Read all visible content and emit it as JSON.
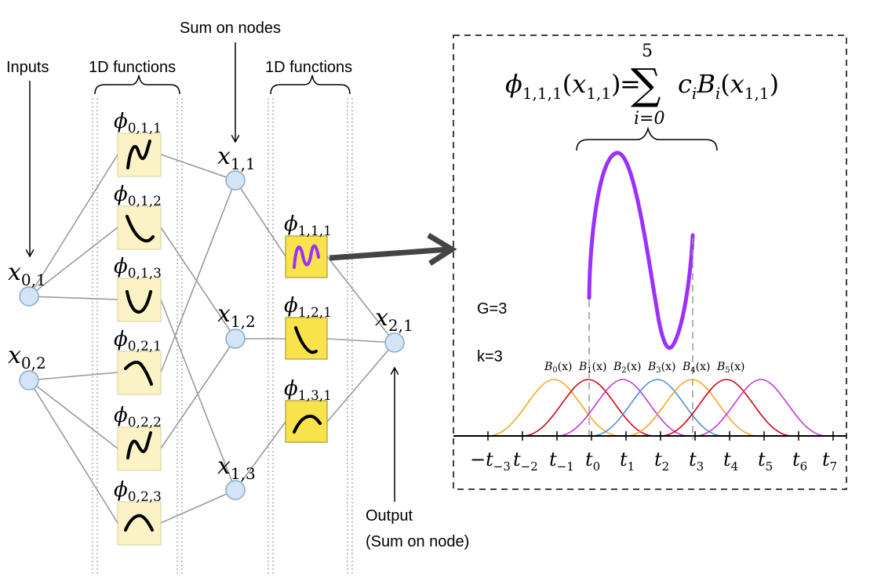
{
  "labels": {
    "inputs": "Inputs",
    "sum_on_nodes": "Sum on nodes",
    "functions_left": "1D functions",
    "functions_mid": "1D functions",
    "output_line1": "Output",
    "output_line2": "(Sum on node)",
    "grid": "G=3",
    "order": "k=3"
  },
  "nodes": {
    "in": [
      {
        "base": "x",
        "sub": "0,1"
      },
      {
        "base": "x",
        "sub": "0,2"
      }
    ],
    "hidden": [
      {
        "base": "x",
        "sub": "1,1"
      },
      {
        "base": "x",
        "sub": "1,2"
      },
      {
        "base": "x",
        "sub": "1,3"
      }
    ],
    "out": {
      "base": "x",
      "sub": "2,1"
    }
  },
  "functions_layer0": [
    {
      "base": "ϕ",
      "sub": "0,1,1",
      "icon": "sine-curve-icon"
    },
    {
      "base": "ϕ",
      "sub": "0,1,2",
      "icon": "decay-curve-icon"
    },
    {
      "base": "ϕ",
      "sub": "0,1,3",
      "icon": "parabola-icon"
    },
    {
      "base": "ϕ",
      "sub": "0,2,1",
      "icon": "hump-curve-icon"
    },
    {
      "base": "ϕ",
      "sub": "0,2,2",
      "icon": "sine-curve-icon"
    },
    {
      "base": "ϕ",
      "sub": "0,2,3",
      "icon": "arch-curve-icon"
    }
  ],
  "functions_layer1": [
    {
      "base": "ϕ",
      "sub": "1,1,1",
      "icon": "oscillation-icon"
    },
    {
      "base": "ϕ",
      "sub": "1,2,1",
      "icon": "decay-curve-icon"
    },
    {
      "base": "ϕ",
      "sub": "1,3,1",
      "icon": "arch-curve-icon"
    }
  ],
  "equation": {
    "lhs_base": "ϕ",
    "lhs_sub": "1,1,1",
    "lhs_arg_base": "x",
    "lhs_arg_sub": "1,1",
    "equals": "=",
    "sum_symbol": "∑",
    "upper": "5",
    "lower": "i=0",
    "coef": "c",
    "coef_sub": "i",
    "basis": "B",
    "basis_sub": "i",
    "rhs_arg_base": "x",
    "rhs_arg_sub": "1,1"
  },
  "basis_labels": [
    {
      "base": "B",
      "sub": "0",
      "arg": "(x)"
    },
    {
      "base": "B",
      "sub": "1",
      "arg": "(x)"
    },
    {
      "base": "B",
      "sub": "2",
      "arg": "(x)"
    },
    {
      "base": "B",
      "sub": "3",
      "arg": "(x)"
    },
    {
      "base": "B",
      "sub": "4",
      "arg": "(x)"
    },
    {
      "base": "B",
      "sub": "5",
      "arg": "(x)"
    }
  ],
  "knots": [
    {
      "prefix": "−",
      "base": "t",
      "sub": "−3"
    },
    {
      "prefix": "",
      "base": "t",
      "sub": "−2"
    },
    {
      "prefix": "",
      "base": "t",
      "sub": "−1"
    },
    {
      "prefix": "",
      "base": "t",
      "sub": "0"
    },
    {
      "prefix": "",
      "base": "t",
      "sub": "1"
    },
    {
      "prefix": "",
      "base": "t",
      "sub": "2"
    },
    {
      "prefix": "",
      "base": "t",
      "sub": "3"
    },
    {
      "prefix": "",
      "base": "t",
      "sub": "4"
    },
    {
      "prefix": "",
      "base": "t",
      "sub": "5"
    },
    {
      "prefix": "",
      "base": "t",
      "sub": "6"
    },
    {
      "prefix": "",
      "base": "t",
      "sub": "7"
    }
  ],
  "colors": {
    "basis_orange": "#f5a623",
    "basis_red": "#d0021b",
    "basis_magenta": "#c038d6",
    "basis_blue": "#4a90d9",
    "activation_purple": "#9b30ff",
    "box_light": "#fbf3c6",
    "box_bright": "#f8e34a",
    "node_fill": "#d3e4f7"
  }
}
